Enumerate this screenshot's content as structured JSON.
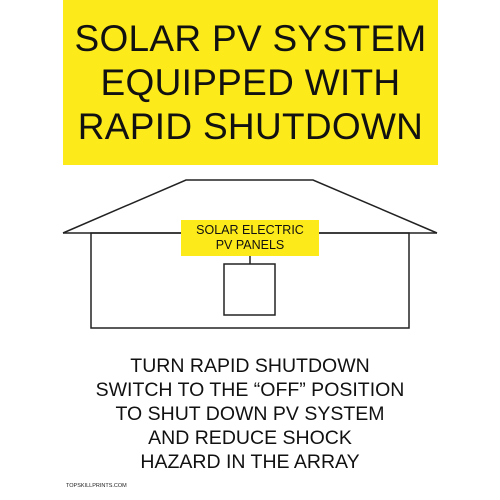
{
  "colors": {
    "background": "#ffffff",
    "accent_yellow": "#fcea1a",
    "text": "#111111",
    "outline": "#222222"
  },
  "header": {
    "lines": [
      "SOLAR PV SYSTEM",
      "EQUIPPED WITH",
      "RAPID SHUTDOWN"
    ]
  },
  "diagram": {
    "panel_label_lines": [
      "SOLAR ELECTRIC",
      "PV PANELS"
    ]
  },
  "instructions": {
    "lines": [
      "TURN RAPID SHUTDOWN",
      "SWITCH TO THE “OFF” POSITION",
      "TO SHUT DOWN PV SYSTEM",
      "AND REDUCE SHOCK",
      "HAZARD IN THE ARRAY"
    ]
  },
  "footer": {
    "text": "TOPSKILLPRINTS.COM"
  }
}
